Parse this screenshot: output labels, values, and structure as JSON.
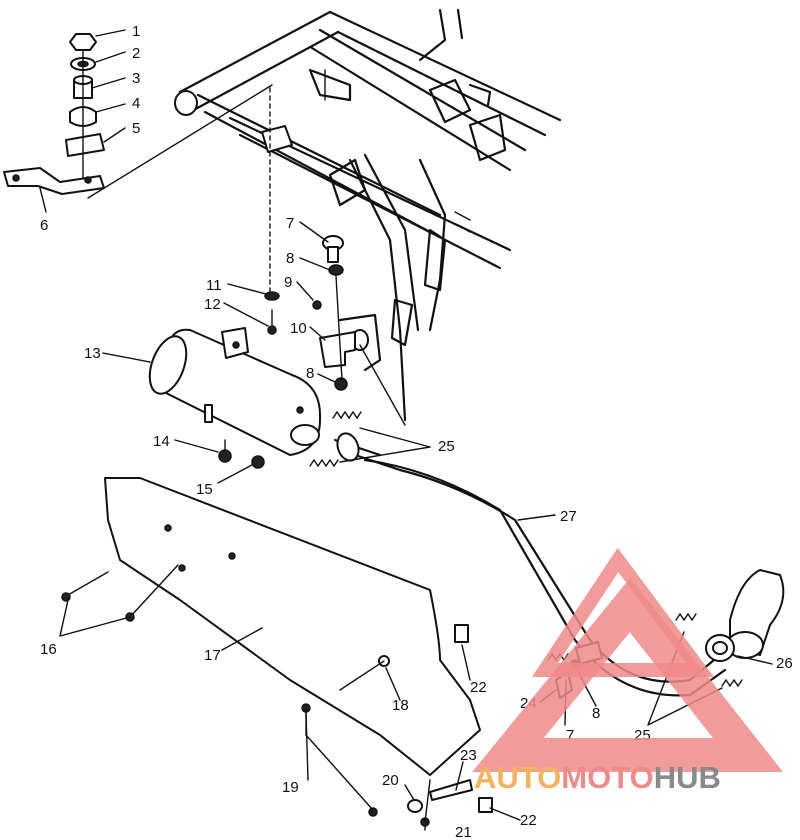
{
  "callouts": [
    {
      "id": "c1",
      "text": "1"
    },
    {
      "id": "c2",
      "text": "2"
    },
    {
      "id": "c3",
      "text": "3"
    },
    {
      "id": "c4",
      "text": "4"
    },
    {
      "id": "c5",
      "text": "5"
    },
    {
      "id": "c6",
      "text": "6"
    },
    {
      "id": "c7a",
      "text": "7"
    },
    {
      "id": "c8a",
      "text": "8"
    },
    {
      "id": "c9",
      "text": "9"
    },
    {
      "id": "c10",
      "text": "10"
    },
    {
      "id": "c11",
      "text": "11"
    },
    {
      "id": "c12",
      "text": "12"
    },
    {
      "id": "c13",
      "text": "13"
    },
    {
      "id": "c8b",
      "text": "8"
    },
    {
      "id": "c14",
      "text": "14"
    },
    {
      "id": "c15",
      "text": "15"
    },
    {
      "id": "c25a",
      "text": "25"
    },
    {
      "id": "c27",
      "text": "27"
    },
    {
      "id": "c16",
      "text": "16"
    },
    {
      "id": "c17",
      "text": "17"
    },
    {
      "id": "c18",
      "text": "18"
    },
    {
      "id": "c22a",
      "text": "22"
    },
    {
      "id": "c19",
      "text": "19"
    },
    {
      "id": "c20",
      "text": "20"
    },
    {
      "id": "c21",
      "text": "21"
    },
    {
      "id": "c22b",
      "text": "22"
    },
    {
      "id": "c23",
      "text": "23"
    },
    {
      "id": "c24",
      "text": "24"
    },
    {
      "id": "c7b",
      "text": "7"
    },
    {
      "id": "c8c",
      "text": "8"
    },
    {
      "id": "c25b",
      "text": "25"
    },
    {
      "id": "c26",
      "text": "26"
    }
  ],
  "watermark": {
    "part1": "AUTO",
    "part2": "MOTO",
    "part3": "HUB",
    "colors": {
      "triangle": "#f08a8a",
      "auto": "#f4b35c",
      "moto": "#f08a8a",
      "hub": "#8a8a8a"
    }
  }
}
